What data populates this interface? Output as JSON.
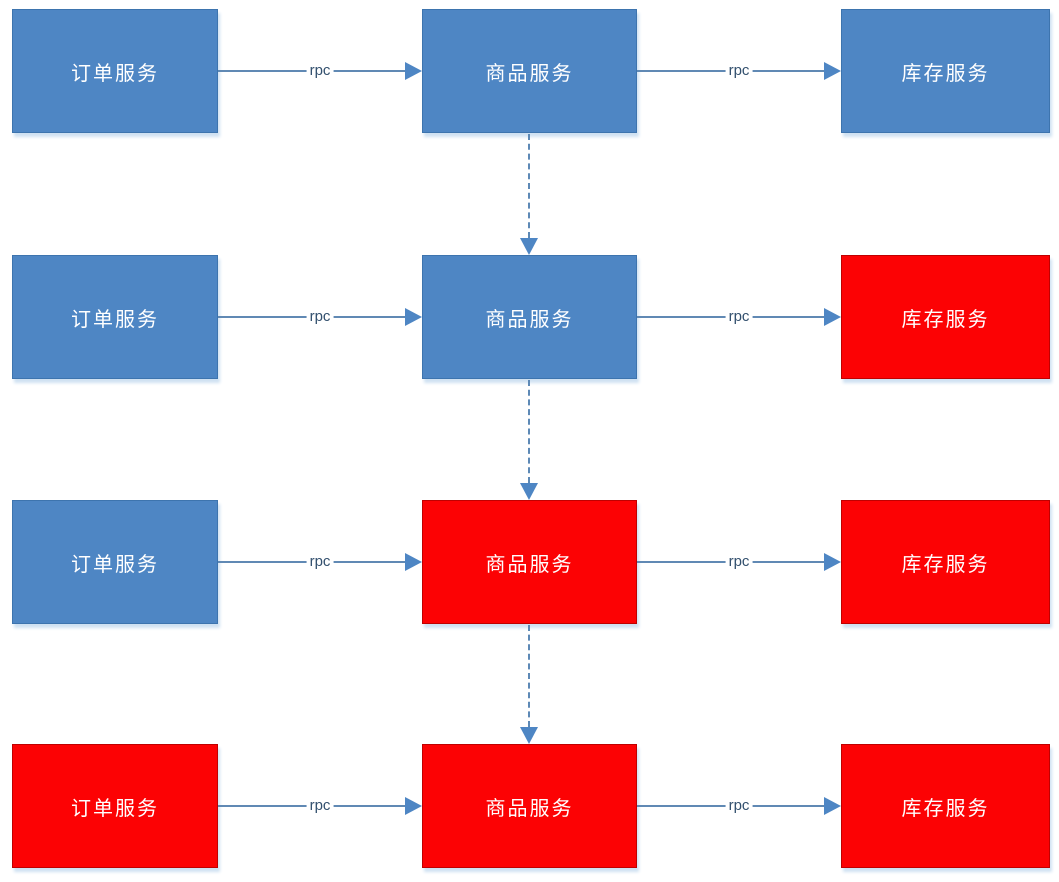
{
  "diagram": {
    "name": "service-avalanche-cascade-diagram",
    "rpc_label": "rpc",
    "colors": {
      "healthy_fill": "#4e86c4",
      "healthy_border": "#3d74ae",
      "failed_fill": "#fc0204",
      "failed_border": "#c00000",
      "arrow_line": "#6089b4",
      "arrowhead": "#4e86c4",
      "rpc_text": "#33506e",
      "node_text": "#ffffff",
      "node_shadow": "#cfe1f2"
    },
    "rows": [
      {
        "nodes": [
          {
            "label": "订单服务",
            "state": "healthy"
          },
          {
            "label": "商品服务",
            "state": "healthy"
          },
          {
            "label": "库存服务",
            "state": "healthy"
          }
        ]
      },
      {
        "nodes": [
          {
            "label": "订单服务",
            "state": "healthy"
          },
          {
            "label": "商品服务",
            "state": "healthy"
          },
          {
            "label": "库存服务",
            "state": "failed"
          }
        ]
      },
      {
        "nodes": [
          {
            "label": "订单服务",
            "state": "healthy"
          },
          {
            "label": "商品服务",
            "state": "failed"
          },
          {
            "label": "库存服务",
            "state": "failed"
          }
        ]
      },
      {
        "nodes": [
          {
            "label": "订单服务",
            "state": "failed"
          },
          {
            "label": "商品服务",
            "state": "failed"
          },
          {
            "label": "库存服务",
            "state": "failed"
          }
        ]
      }
    ]
  }
}
